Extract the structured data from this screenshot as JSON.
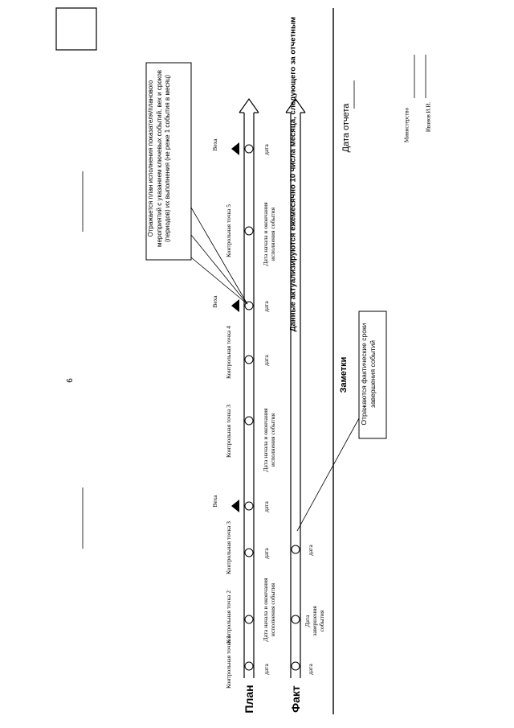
{
  "page_number": "6",
  "plan_label": "План",
  "fact_label": "Факт",
  "plan_callout": "Отражается план исполнения показателя/планового мероприятий с указанием ключевых событий, вех и сроков (периодов) их выполнения (не реже 1 события в месяц)",
  "fact_callout": "Отражаются фактические сроки завершения событий",
  "plan_points": [
    {
      "top": "Контрольная точка 1",
      "bottom": "дата"
    },
    {
      "top": "Контрольная точка 2",
      "bottom": "Дата начала и окончания исполнения события"
    },
    {
      "top": "Контрольная точка 3",
      "bottom": "дата"
    },
    {
      "top": "Веха",
      "bottom": "дата"
    },
    {
      "top": "Контрольная точка 3",
      "bottom": "Дата начала и окончания исполнения события"
    },
    {
      "top": "Контрольная точка 4",
      "bottom": "дата"
    },
    {
      "top": "Веха",
      "bottom": "дата"
    },
    {
      "top": "Контрольная точка 5",
      "bottom": "Дата начала и окончания исполнения события"
    },
    {
      "top": "Веха",
      "bottom": "дата"
    }
  ],
  "fact_points": [
    {
      "bottom": "дата"
    },
    {
      "bottom": "Дата завершения события"
    },
    {
      "bottom": "дата"
    }
  ],
  "notes_label": "Заметки",
  "update_note": "Данные актуализируются ежемесячно 10 числа месяца, следующего за отчетным",
  "report_date_label": "Дата отчета",
  "ministry_label": "Министерство",
  "signer_name": "Иванов И.И."
}
